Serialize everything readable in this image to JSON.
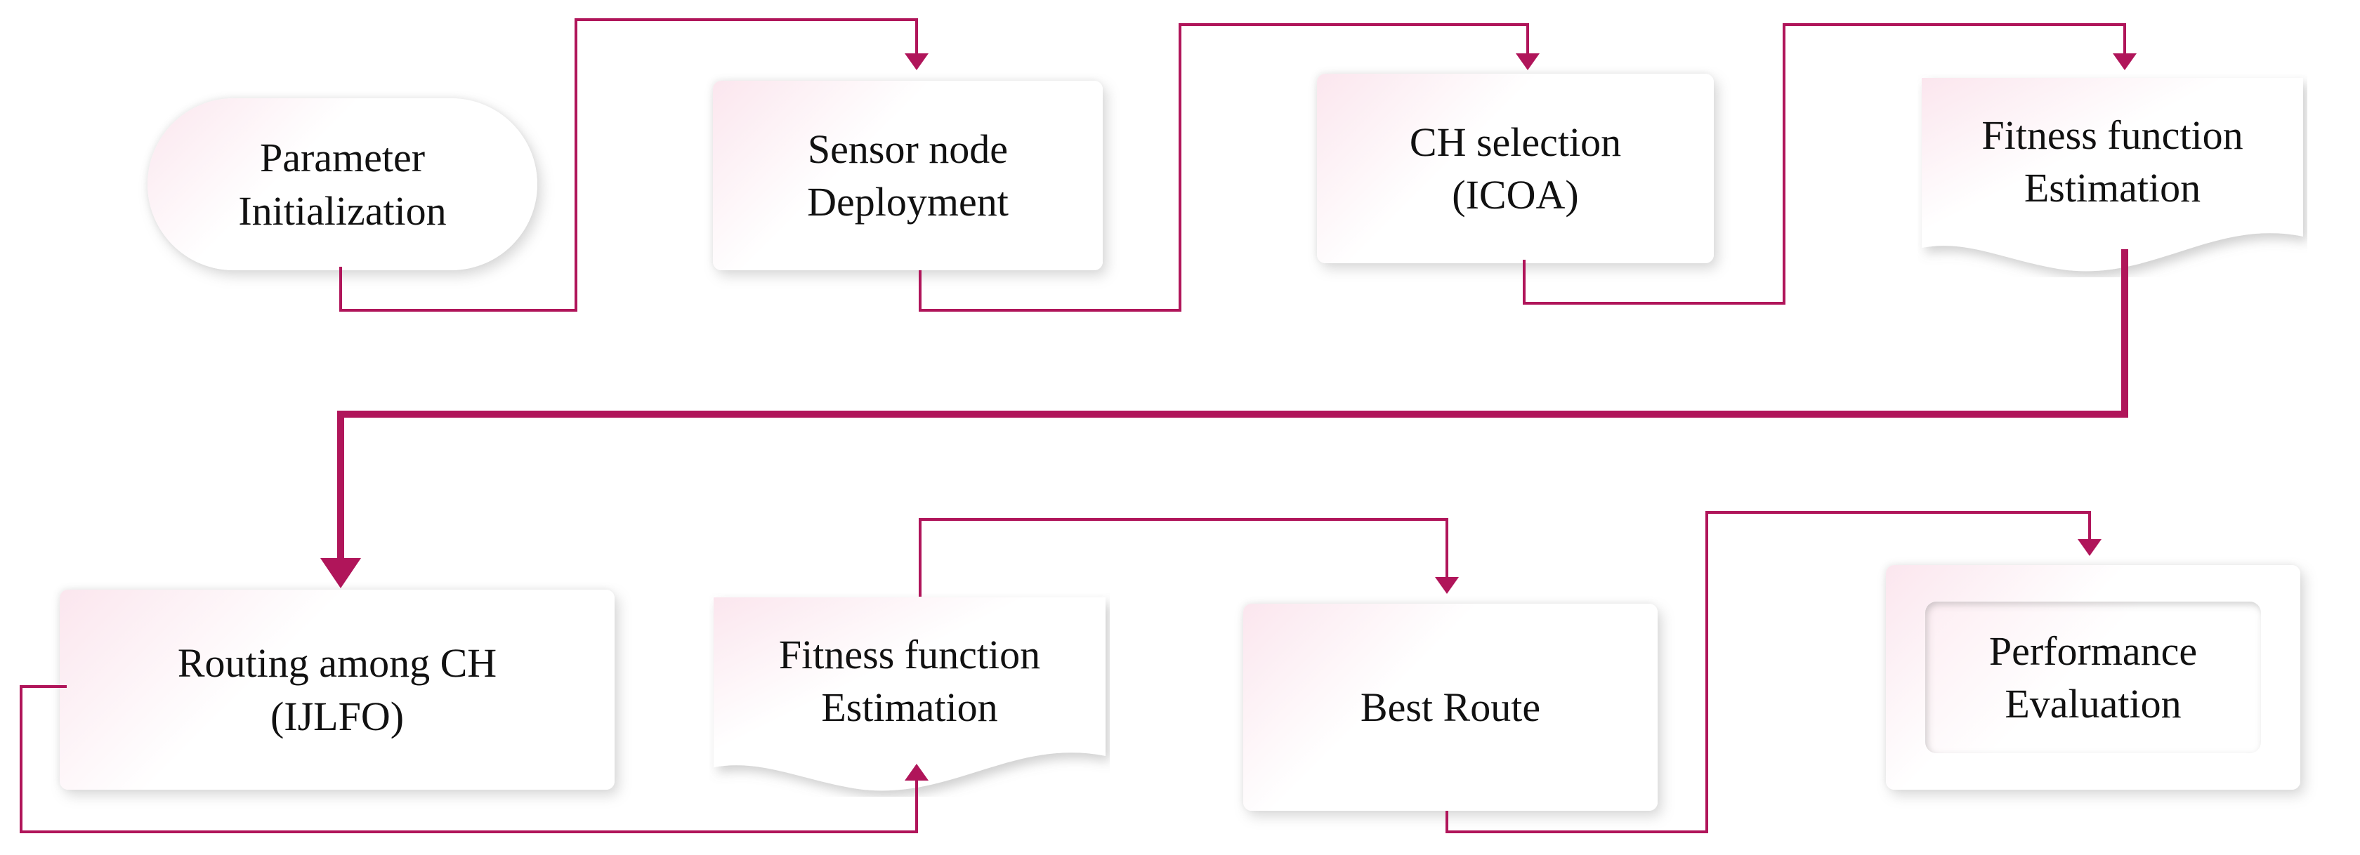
{
  "diagram": {
    "line_color": "#b0155a",
    "node_tint": "#fbe6ee",
    "nodes": {
      "parameter_init": {
        "line1": "Parameter",
        "line2": "Initialization"
      },
      "sensor_deploy": {
        "line1": "Sensor node",
        "line2": "Deployment"
      },
      "ch_selection": {
        "line1": "CH selection",
        "line2": "(ICOA)"
      },
      "fitness_1": {
        "line1": "Fitness function",
        "line2": "Estimation"
      },
      "routing": {
        "line1": "Routing among CH",
        "line2": "(IJLFO)"
      },
      "fitness_2": {
        "line1": "Fitness function",
        "line2": "Estimation"
      },
      "best_route": {
        "line1": "Best Route"
      },
      "performance": {
        "line1": "Performance",
        "line2": "Evaluation"
      }
    }
  }
}
